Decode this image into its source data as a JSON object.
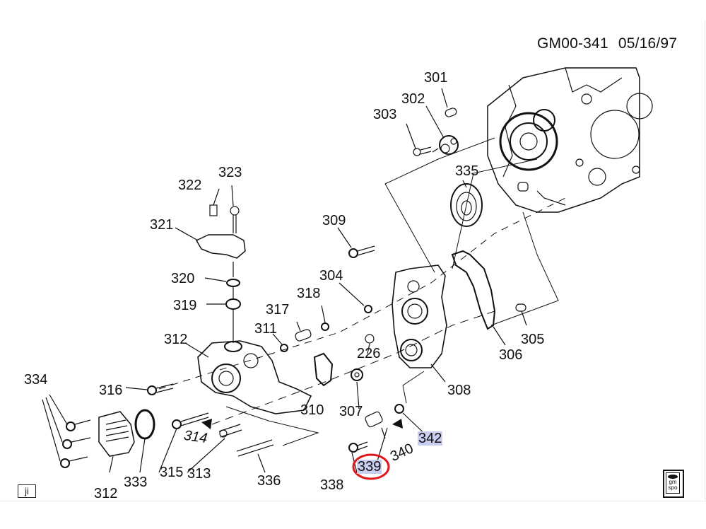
{
  "diagram": {
    "title": "Engine front cover / water pump exploded view",
    "doc_id": "GM00-341",
    "date": "05/16/97",
    "header_text": "GM00-341  05/16/97",
    "highlight_color": "#c9cdf0",
    "circle_color": "#e0161b",
    "callouts": {
      "c301": "301",
      "c302": "302",
      "c303": "303",
      "c304": "304",
      "c305": "305",
      "c306": "306",
      "c307": "307",
      "c308": "308",
      "c309": "309",
      "c310": "310",
      "c311": "311",
      "c312a": "312",
      "c312b": "312",
      "c313": "313",
      "c314": "314",
      "c315": "315",
      "c316": "316",
      "c317": "317",
      "c318": "318",
      "c319": "319",
      "c320": "320",
      "c321": "321",
      "c322": "322",
      "c323": "323",
      "c226": "226",
      "c333": "333",
      "c334": "334",
      "c335": "335",
      "c336": "336",
      "c338": "338",
      "c339": "339",
      "c340": "340",
      "c342": "342"
    },
    "highlighted_callouts": [
      "339",
      "342"
    ],
    "circled_callout": "339",
    "footer": {
      "left_badge": "ji",
      "right_logo_line1": "gm",
      "right_logo_line2": "spo"
    }
  }
}
